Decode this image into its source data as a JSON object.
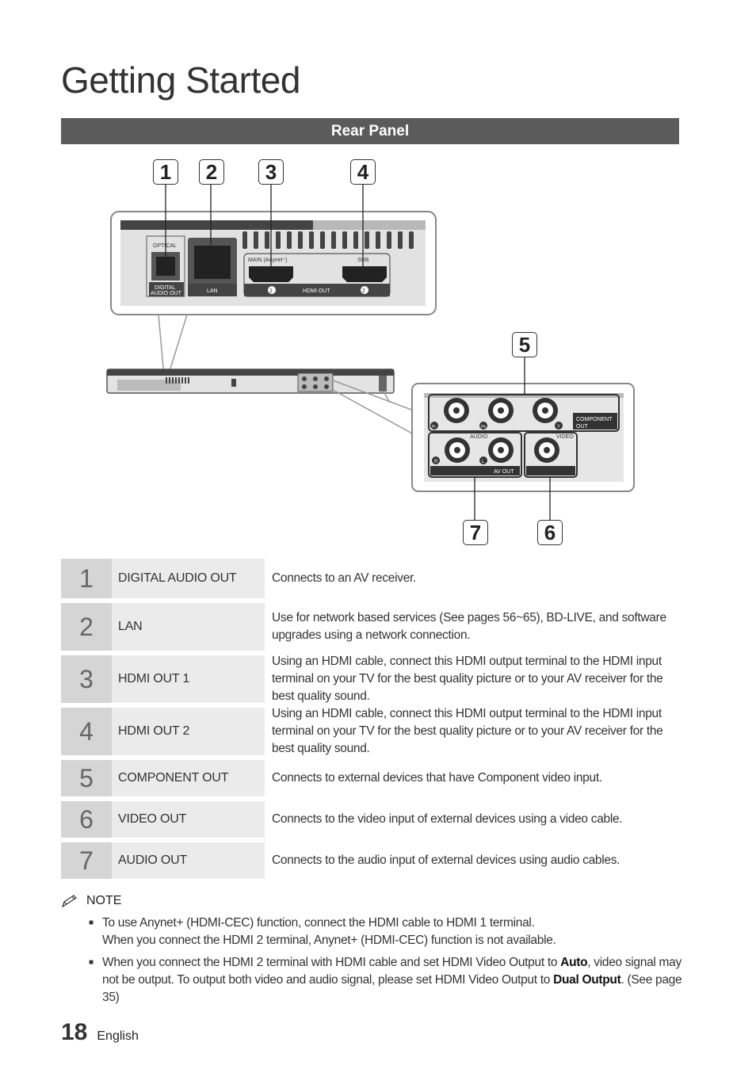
{
  "page": {
    "title": "Getting Started",
    "section": "Rear Panel",
    "page_number": "18",
    "language": "English"
  },
  "figure": {
    "callouts": [
      "1",
      "2",
      "3",
      "4",
      "5",
      "6",
      "7"
    ],
    "panel_labels": {
      "optical": "OPTICAL",
      "digital_audio_out_1": "DIGITAL",
      "digital_audio_out_2": "AUDIO OUT",
      "lan": "LAN",
      "main": "MAIN (Anynet⁺)",
      "sub": "SUB",
      "hdmi_out": "HDMI OUT",
      "hdmi_1": "1",
      "hdmi_2": "2",
      "component_out_1": "COMPONENT",
      "component_out_2": "OUT",
      "audio": "AUDIO",
      "video": "VIDEO",
      "av_out": "AV OUT",
      "pr": "Pr",
      "pb": "Pb",
      "y": "Y",
      "r": "R",
      "l": "L"
    }
  },
  "ports": [
    {
      "num": "1",
      "name": "DIGITAL AUDIO OUT",
      "desc": "Connects to an AV receiver."
    },
    {
      "num": "2",
      "name": "LAN",
      "desc": "Use for network based services (See pages 56~65), BD-LIVE, and software upgrades using a network connection."
    },
    {
      "num": "3",
      "name": "HDMI OUT 1",
      "desc": "Using an HDMI cable, connect this HDMI output terminal to the HDMI input terminal on your TV for the best quality picture or to your AV receiver for the best quality sound."
    },
    {
      "num": "4",
      "name": "HDMI OUT 2",
      "desc": "Using an HDMI cable, connect this HDMI output terminal to the HDMI input terminal on your TV for the best quality picture or to your AV receiver for the best quality sound."
    },
    {
      "num": "5",
      "name": "COMPONENT OUT",
      "desc": "Connects to external devices that have Component video input."
    },
    {
      "num": "6",
      "name": "VIDEO OUT",
      "desc": "Connects to the video input of external devices using a video cable."
    },
    {
      "num": "7",
      "name": "AUDIO OUT",
      "desc": "Connects to the audio input of external devices using audio cables."
    }
  ],
  "note": {
    "heading": "NOTE",
    "items": [
      {
        "line1": "To use Anynet+ (HDMI-CEC) function, connect  the HDMI cable to HDMI 1 terminal.",
        "line2": "When you connect the HDMI 2 terminal, Anynet+ (HDMI-CEC) function is not available."
      },
      {
        "pre": "When you connect the HDMI 2 terminal with HDMI cable and set HDMI Video Output to ",
        "bold1": "Auto",
        "mid": ", video signal may not be output. To output both video and audio signal, please set HDMI Video Output to ",
        "bold2": "Dual Output",
        "post": ". (See page 35)"
      }
    ]
  }
}
